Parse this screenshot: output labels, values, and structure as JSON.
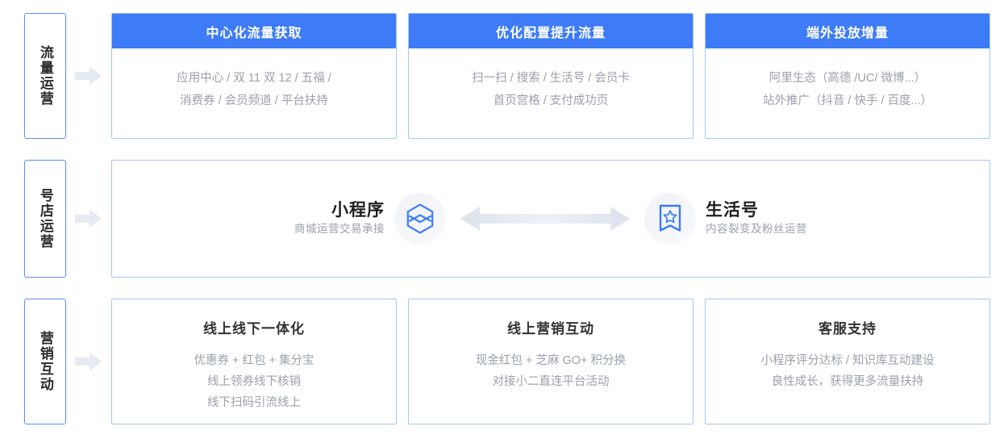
{
  "colors": {
    "header_blue": "#3d7bf7",
    "card_border": "#a9c4f5",
    "label_border": "#5a8df0",
    "body_text_gray": "#9aa0ad",
    "title_dark": "#333333",
    "arrow_gray": "#e3e7ef",
    "icon_blue": "#3d7bf7"
  },
  "rows": [
    {
      "label": "流量运营",
      "arrow_icon": "arrow-right-icon",
      "cards": [
        {
          "title": "中心化流量获取",
          "lines": [
            "应用中心 / 双 11 双 12 / 五福 /",
            "消费券 / 会员频道 / 平台扶持"
          ]
        },
        {
          "title": "优化配置提升流量",
          "lines": [
            "扫一扫 / 搜索 / 生活号 / 会员卡",
            "首页宫格 / 支付成功页"
          ]
        },
        {
          "title": "端外投放增量",
          "lines": [
            "阿里生态（高德 /UC/ 微博...）",
            "站外推广（抖音 / 快手 / 百度...）"
          ]
        }
      ]
    },
    {
      "label": "号店运营",
      "arrow_icon": "arrow-right-icon",
      "panel": {
        "left_node": {
          "title": "小程序",
          "subtitle": "商城运营交易承接",
          "icon": "mini-program-hexagon-icon"
        },
        "bidirectional_arrow_icon": "bidirectional-arrow-icon",
        "right_node": {
          "title": "生活号",
          "subtitle": "内容裂变及粉丝运营",
          "icon": "bookmark-star-icon"
        }
      }
    },
    {
      "label": "营销互动",
      "arrow_icon": "arrow-right-icon",
      "cards": [
        {
          "title": "线上线下一体化",
          "lines": [
            "优惠券 + 红包 + 集分宝",
            "线上领券线下核销",
            "线下扫码引流线上"
          ]
        },
        {
          "title": "线上营销互动",
          "lines": [
            "现金红包 + 芝麻 GO+ 积分换",
            "对接小二直连平台活动"
          ]
        },
        {
          "title": "客服支持",
          "lines": [
            "小程序评分达标 / 知识库互动建设",
            "良性成长，获得更多流量扶持"
          ]
        }
      ]
    }
  ]
}
